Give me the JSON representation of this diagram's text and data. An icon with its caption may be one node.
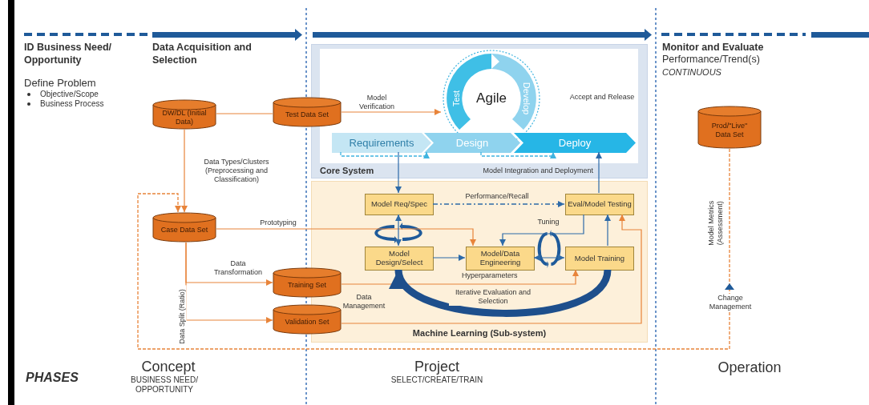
{
  "diagram": {
    "nodes": [
      {
        "text": [
          "Core System"
        ]
      },
      {
        "text": [
          "Agile",
          "Test",
          "Develop"
        ],
        "in": 0
      },
      {
        "text": [
          "Requirements"
        ],
        "in": 0
      },
      {
        "text": [
          "Design"
        ],
        "in": 0
      },
      {
        "text": [
          "Deploy"
        ],
        "in": 0
      },
      {
        "text": [
          "Machine Learning (Sub-system)"
        ]
      },
      {
        "text": [
          "Model Req/Spec"
        ],
        "in": 5
      },
      {
        "text": [
          "Eval/Model Testing"
        ],
        "in": 5
      },
      {
        "text": [
          "Model Design/Select"
        ],
        "in": 5
      },
      {
        "text": [
          "Model/Data Engineering"
        ],
        "in": 5
      },
      {
        "text": [
          "Model Training"
        ],
        "in": 5
      },
      {
        "text": [
          "DW/DL (Initial Data)"
        ]
      },
      {
        "text": [
          "Test Data Set"
        ]
      },
      {
        "text": [
          "Case Data Set"
        ]
      },
      {
        "text": [
          "Training Set"
        ]
      },
      {
        "text": [
          "Validation Set"
        ]
      },
      {
        "text": [
          "Prod/\"Live\" Data Set"
        ]
      }
    ],
    "edges": [
      {
        "from": 11,
        "to": 12,
        "arrow": "none"
      },
      {
        "from": 12,
        "to": 1,
        "arrow": "to",
        "label": "Model Verification"
      },
      {
        "from": 11,
        "to": 13,
        "arrow": "to",
        "label": "Data Types/Clusters (Preprocessing and Classification)"
      },
      {
        "from": 13,
        "to": 14,
        "arrow": "to",
        "label": "Data Transformation"
      },
      {
        "from": 13,
        "to": 15,
        "arrow": "to",
        "label": "Data Split (Ratio)"
      },
      {
        "from": 13,
        "to": 9,
        "arrow": "to",
        "label": "Prototyping"
      },
      {
        "from": 14,
        "to": 10,
        "arrow": "to"
      },
      {
        "from": 15,
        "to": 7,
        "arrow": "to"
      },
      {
        "from": 6,
        "to": 8,
        "arrow": "both",
        "color": "#2d6aa8"
      },
      {
        "from": 8,
        "to": 9,
        "arrow": "to",
        "color": "#2d6aa8"
      },
      {
        "from": 9,
        "to": 10,
        "arrow": "both",
        "color": "#2d6aa8"
      },
      {
        "from": 10,
        "to": 7,
        "arrow": "to",
        "color": "#2d6aa8"
      },
      {
        "from": 7,
        "to": 9,
        "arrow": "to",
        "label": "Tuning",
        "color": "#2d6aa8"
      },
      {
        "from": 6,
        "to": 7,
        "arrow": "to",
        "label": "Performance/Recall",
        "style": "dashed",
        "color": "#2d6aa8"
      },
      {
        "from": 10,
        "to": 8,
        "arrow": "to",
        "label": "Iterative Evaluation and Selection",
        "style": "thick",
        "color": "#1e4f8c"
      },
      {
        "from": 2,
        "to": 6,
        "arrow": "to",
        "color": "#2d6aa8"
      },
      {
        "from": 7,
        "to": 4,
        "arrow": "to",
        "label": "Model Integration and Deployment",
        "color": "#2d6aa8"
      },
      {
        "from": 16,
        "to": 13,
        "arrow": "to",
        "label": "Model Metrics (Assessment)",
        "style": "dashed"
      },
      {
        "from": 2,
        "to": 3,
        "arrow": "to",
        "style": "dashed",
        "color": "#3fb4e0"
      },
      {
        "from": 3,
        "to": 4,
        "arrow": "to",
        "style": "dashed",
        "color": "#3fb4e0"
      }
    ],
    "labels": [
      "ID Business Need/ Opportunity",
      "Data Acquisition and Selection",
      "Define Problem",
      "Objective/Scope",
      "Business Process",
      "Monitor and Evaluate",
      "Performance/Trend(s)",
      "CONTINUOUS",
      "Accept and Release",
      "Hyperparameters",
      "Data Management",
      "Change Management",
      "PHASES",
      "Concept",
      "BUSINESS NEED/ OPPORTUNITY",
      "Project",
      "SELECT/CREATE/TRAIN",
      "Operation"
    ]
  }
}
